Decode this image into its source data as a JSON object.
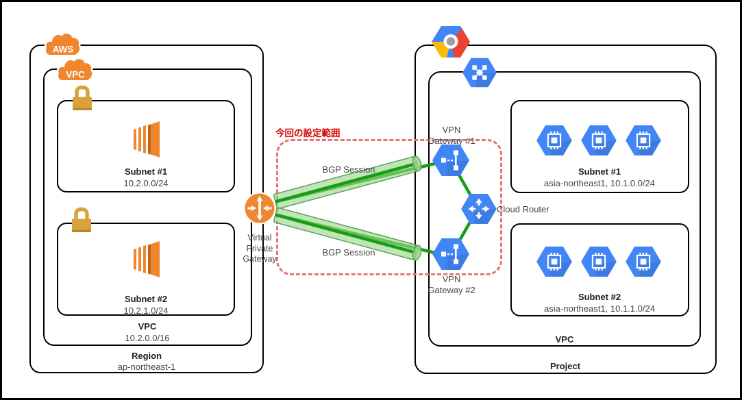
{
  "aws": {
    "cloud_label": "AWS",
    "vpc_cloud_label": "VPC",
    "subnets": [
      {
        "title": "Subnet #1",
        "cidr": "10.2.0.0/24"
      },
      {
        "title": "Subnet #2",
        "cidr": "10.2.1.0/24"
      }
    ],
    "vpc": {
      "title": "VPC",
      "cidr": "10.2.0.0/16"
    },
    "region": {
      "title": "Region",
      "name": "ap-northeast-1"
    },
    "gateway": {
      "line1": "Virtual",
      "line2": "Private",
      "line3": "Gateway"
    }
  },
  "middle": {
    "scope_label": "今回の設定範囲",
    "bgp_session_top": "BGP Session",
    "bgp_session_bottom": "BGP Session"
  },
  "gcp": {
    "vpn_gateway_1": {
      "line1": "VPN",
      "line2": "Gateway #1"
    },
    "vpn_gateway_2": {
      "line1": "VPN",
      "line2": "Gateway #2"
    },
    "cloud_router_label": "Cloud Router",
    "subnets": [
      {
        "title": "Subnet #1",
        "detail": "asia-northeast1, 10.1.0.0/24"
      },
      {
        "title": "Subnet #2",
        "detail": "asia-northeast1, 10.1.1.0/24"
      }
    ],
    "vpc_label": "VPC",
    "project_label": "Project"
  },
  "colors": {
    "aws_orange": "#F0862E",
    "aws_orange_dark": "#C3641A",
    "gold": "#D9A33C",
    "gold_dark": "#B9872B",
    "gcp_blue": "#4285F4",
    "gcp_blue_dark": "#3473E0",
    "green_line": "#14A014",
    "tunnel_fill": "#9ED489",
    "tunnel_stroke": "#58A658",
    "scope_red": "#D40000",
    "scope_dash": "#E57575",
    "box_border": "#000000",
    "text_dark": "#1F1F1F",
    "text_gray": "#454545"
  }
}
